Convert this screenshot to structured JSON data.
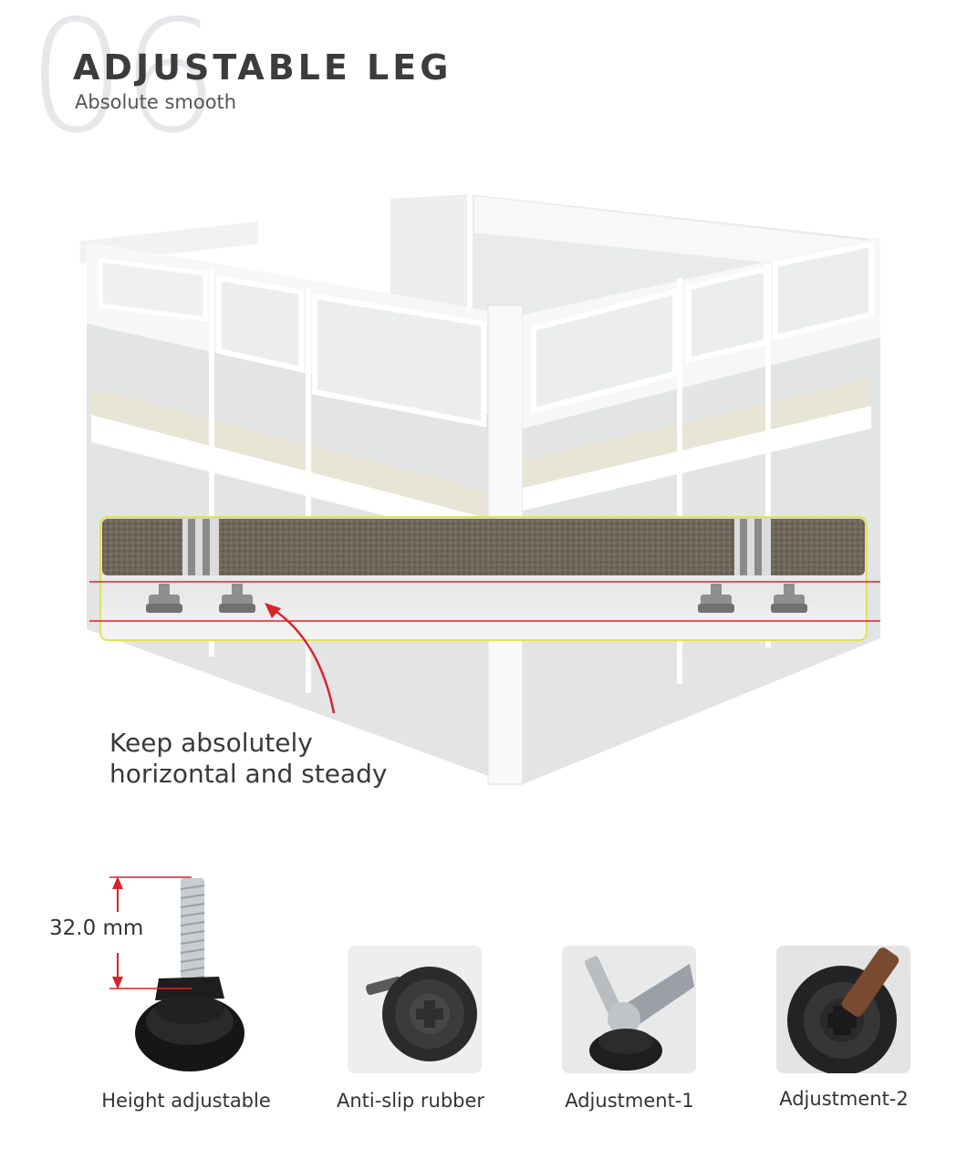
{
  "header": {
    "number": "06",
    "title": "ADJUSTABLE  LEG",
    "subtitle": "Absolute smooth"
  },
  "hero": {
    "callout": "Keep absolutely\nhorizontal and steady"
  },
  "details": {
    "measurement": "32.0 mm",
    "items": [
      {
        "caption": "Height adjustable"
      },
      {
        "caption": "Anti-slip rubber"
      },
      {
        "caption": "Adjustment-1"
      },
      {
        "caption": "Adjustment-2"
      }
    ]
  },
  "colors": {
    "accent_line": "#d9232d",
    "highlight_border": "#e3e05a",
    "fabric": "#6f665a",
    "panel": "#e2e5e3"
  }
}
